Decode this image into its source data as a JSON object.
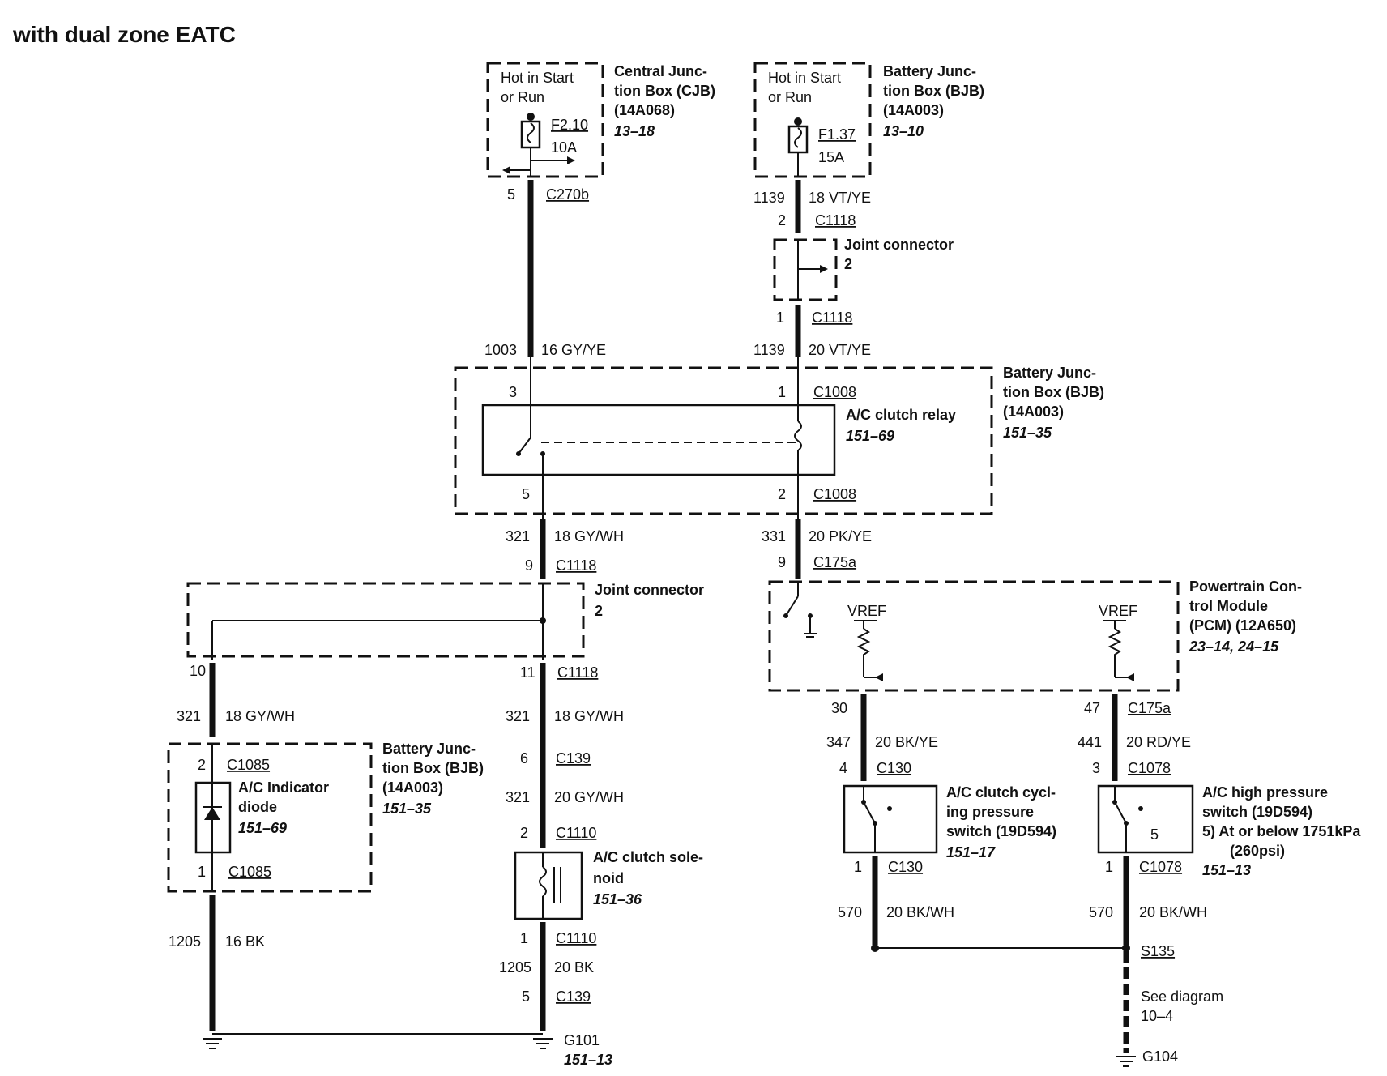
{
  "title": "with dual zone EATC",
  "components": {
    "cjb": {
      "hot": [
        "Hot in Start",
        "or Run"
      ],
      "name": [
        "Central Junc-",
        "tion Box (CJB)",
        "(14A068)"
      ],
      "ref": "13–18",
      "fuse_id": "F2.10",
      "fuse_rating": "10A"
    },
    "bjb_top": {
      "hot": [
        "Hot in Start",
        "or Run"
      ],
      "name": [
        "Battery Junc-",
        "tion Box (BJB)",
        "(14A003)"
      ],
      "ref": "13–10",
      "fuse_id": "F1.37",
      "fuse_rating": "15A"
    },
    "joint_top": {
      "label": "Joint connector",
      "num": "2"
    },
    "bjb_relay": {
      "name": [
        "Battery Junc-",
        "tion Box (BJB)",
        "(14A003)"
      ],
      "ref": "151–35",
      "relay_label": "A/C clutch relay",
      "relay_ref": "151–69"
    },
    "joint_mid": {
      "label": "Joint connector",
      "num": "2"
    },
    "pcm": {
      "name": [
        "Powertrain Con-",
        "trol Module",
        "(PCM) (12A650)"
      ],
      "ref": "23–14, 24–15",
      "vref1": "VREF",
      "vref2": "VREF"
    },
    "bjb_diode": {
      "name": [
        "Battery Junc-",
        "tion Box (BJB)",
        "(14A003)"
      ],
      "ref": "151–35",
      "diode_label": [
        "A/C Indicator",
        "diode"
      ],
      "diode_ref": "151–69"
    },
    "solenoid": {
      "label": [
        "A/C clutch sole-",
        "noid"
      ],
      "ref": "151–36"
    },
    "cycling_switch": {
      "label": [
        "A/C clutch cycl-",
        "ing pressure",
        "switch (19D594)"
      ],
      "ref": "151–17"
    },
    "hp_switch": {
      "label": [
        "A/C high pressure",
        "switch (19D594)",
        "5)   At or below 1751kPa",
        "(260psi)"
      ],
      "ref": "151–13",
      "pin": "5"
    },
    "g101": {
      "label": "G101",
      "ref": "151–13"
    },
    "g104": {
      "label": "G104",
      "see": [
        "See diagram",
        "10–4"
      ]
    },
    "s135": "S135"
  },
  "wires": {
    "w1": {
      "circuit": "5",
      "connector": "C270b"
    },
    "w2": {
      "circuit": "1139",
      "spec": "18 VT/YE",
      "pin": "2",
      "connector": "C1118"
    },
    "w3": {
      "pin": "1",
      "connector": "C1118"
    },
    "w4": {
      "circuit": "1003",
      "spec": "16 GY/YE"
    },
    "w5": {
      "circuit": "1139",
      "spec": "20 VT/YE"
    },
    "relay_pins": {
      "p3": "3",
      "p1": "1",
      "c_top": "C1008",
      "p5": "5",
      "p2": "2",
      "c_bot": "C1008"
    },
    "w6": {
      "circuit": "321",
      "spec": "18 GY/WH",
      "pin": "9",
      "connector": "C1118"
    },
    "w7": {
      "circuit": "331",
      "spec": "20 PK/YE",
      "pin": "9",
      "connector": "C175a"
    },
    "w8": {
      "pin_left": "10",
      "pin_right": "11",
      "connector": "C1118"
    },
    "w9": {
      "circuit": "321",
      "spec": "18 GY/WH"
    },
    "w10": {
      "circuit": "321",
      "spec": "18 GY/WH"
    },
    "diode_pins": {
      "p2": "2",
      "c_top": "C1085",
      "p1": "1",
      "c_bot": "C1085"
    },
    "w11": {
      "pin": "6",
      "connector": "C139"
    },
    "w12": {
      "circuit": "321",
      "spec": "20 GY/WH",
      "pin": "2",
      "connector": "C1110"
    },
    "w13": {
      "pin": "1",
      "connector": "C1110",
      "circuit": "1205",
      "spec": "20 BK"
    },
    "w14": {
      "pin": "5",
      "connector": "C139"
    },
    "w15": {
      "circuit": "1205",
      "spec": "16 BK"
    },
    "pcm_pins": {
      "p30": "30",
      "p47": "47",
      "connector": "C175a"
    },
    "w16": {
      "circuit": "347",
      "spec": "20 BK/YE",
      "pin": "4",
      "connector": "C130"
    },
    "w17": {
      "circuit": "441",
      "spec": "20 RD/YE",
      "pin": "3",
      "connector": "C1078"
    },
    "w18": {
      "pin": "1",
      "connector": "C130",
      "circuit": "570",
      "spec": "20 BK/WH"
    },
    "w19": {
      "pin": "1",
      "connector": "C1078",
      "circuit": "570",
      "spec": "20 BK/WH"
    }
  }
}
